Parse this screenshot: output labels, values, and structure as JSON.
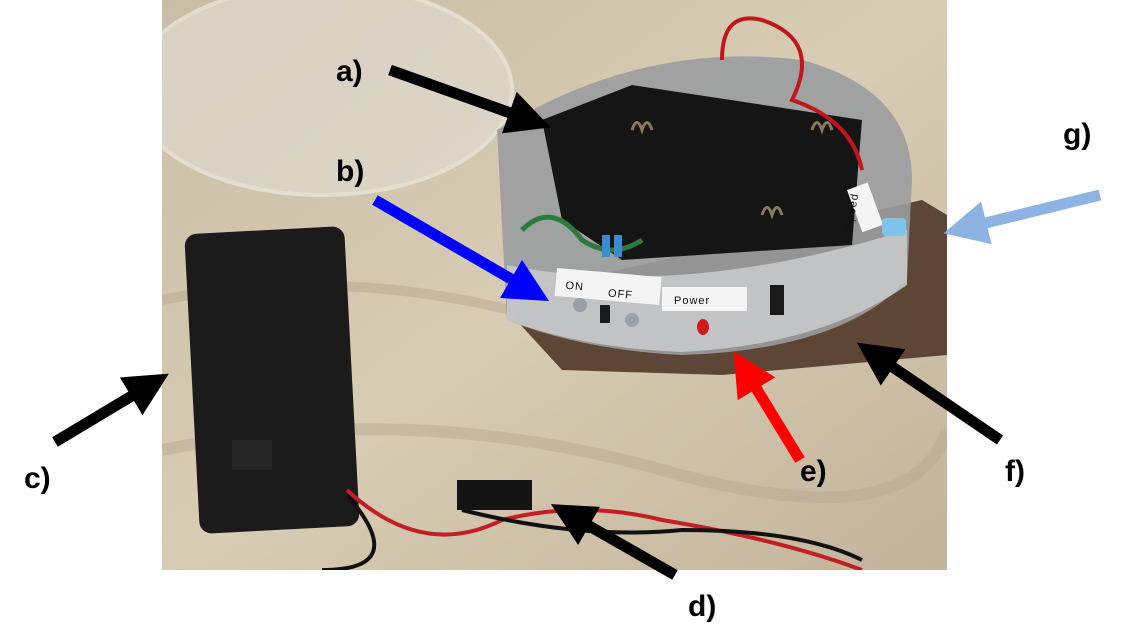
{
  "labels": {
    "a": "a)",
    "b": "b)",
    "c": "c)",
    "d": "d)",
    "e": "e)",
    "f": "f)",
    "g": "g)"
  },
  "device_tags": {
    "on": "ON",
    "off": "OFF",
    "power": "Power",
    "speed": "Speed"
  },
  "colors": {
    "arrow_black": "#000000",
    "arrow_blue": "#0000ff",
    "arrow_red": "#ff0000",
    "arrow_lightblue": "#8db3e2"
  }
}
